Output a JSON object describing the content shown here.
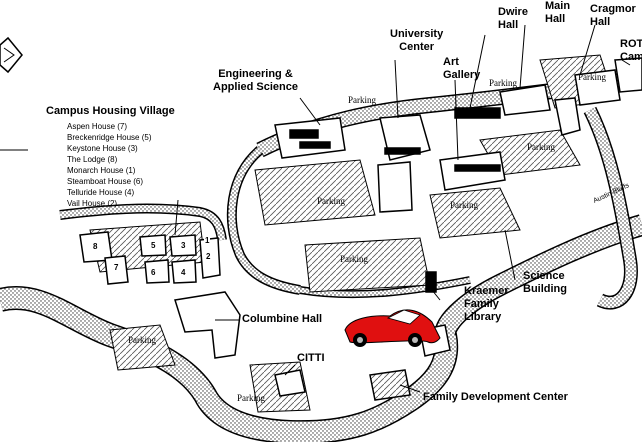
{
  "buildings": {
    "dwire_line1": "Dwire",
    "dwire_line2": "Hall",
    "main_line1": "Main",
    "main_line2": "Hall",
    "cragmor_line1": "Cragmor",
    "cragmor_line2": "Hall",
    "rotc_line1": "ROT",
    "rotc_line2": "Cam",
    "university_line1": "University",
    "university_line2": "Center",
    "art_line1": "Art",
    "art_line2": "Gallery",
    "engineering_line1": "Engineering &",
    "engineering_line2": "Applied Science",
    "science_line1": "Science",
    "science_line2": "Building",
    "library_line1": "Kraemer",
    "library_line2": "Family",
    "library_line3": "Library",
    "columbine": "Columbine Hall",
    "citti": "CITTI",
    "family_dev": "Family Development Center"
  },
  "housing": {
    "title": "Campus Housing Village",
    "houses": [
      "Aspen House (7)",
      "Breckenridge House (5)",
      "Keystone House (3)",
      "The Lodge (8)",
      "Monarch House (1)",
      "Steamboat House (6)",
      "Telluride House (4)",
      "Vail House (2)"
    ],
    "numbers": [
      "1",
      "2",
      "3",
      "4",
      "5",
      "6",
      "7",
      "8"
    ]
  },
  "parking": "Parking",
  "street_sign": "Austin Bluffs",
  "colors": {
    "accent_car": "#e01010",
    "ink": "#000000",
    "hatch": "#555555"
  }
}
